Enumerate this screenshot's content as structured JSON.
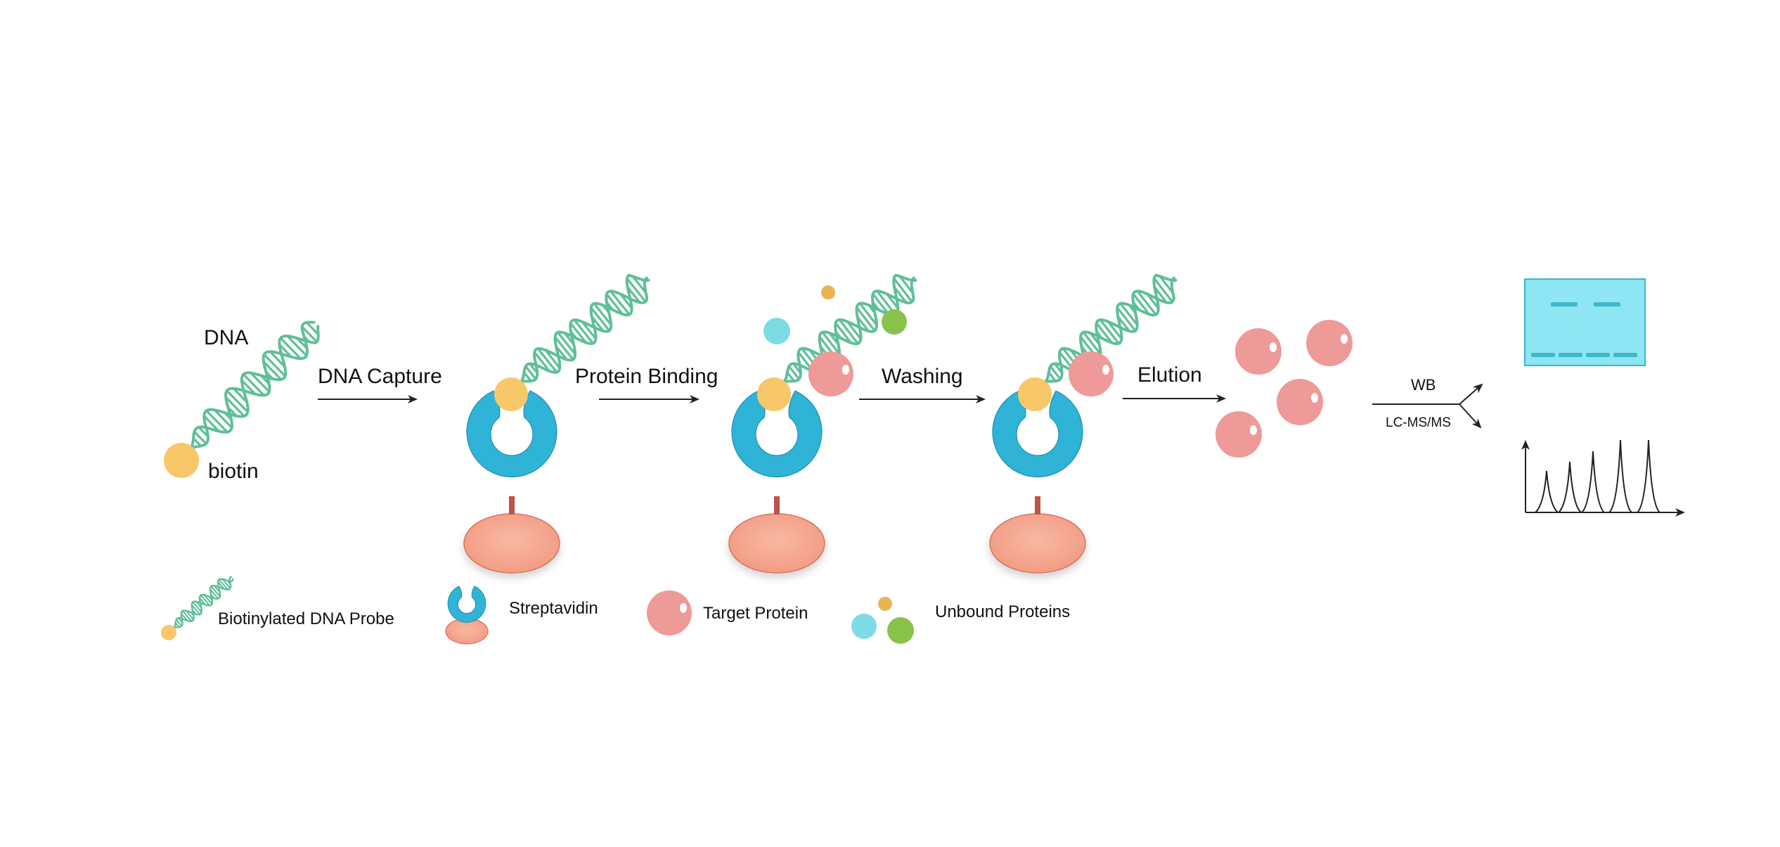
{
  "colors": {
    "dna_strand": "#5fbf98",
    "biotin": "#f7c76a",
    "streptavidin": "#2fb3d6",
    "bead": "#f4a58d",
    "target_protein": "#ee9a98",
    "unbound_cyan": "#7ddbe6",
    "unbound_green": "#88c24a",
    "unbound_orange": "#e9b553",
    "gel": "#8ee6f2",
    "gel_band": "#3fb8c9",
    "stem": "#c0524a",
    "line": "#222222"
  },
  "labels": {
    "dna": "DNA",
    "biotin": "biotin",
    "dna_capture": "DNA Capture",
    "protein_binding": "Protein Binding",
    "washing": "Washing",
    "elution": "Elution",
    "wb": "WB",
    "lcms": "LC-MS/MS"
  },
  "legend": {
    "probe": "Biotinylated DNA Probe",
    "streptavidin": "Streptavidin",
    "target": "Target Protein",
    "unbound": "Unbound Proteins"
  },
  "icons": [
    "dna-helix-icon",
    "streptavidin-icon",
    "target-protein-icon",
    "unbound-proteins-icon",
    "gel-icon",
    "spectrum-icon"
  ]
}
